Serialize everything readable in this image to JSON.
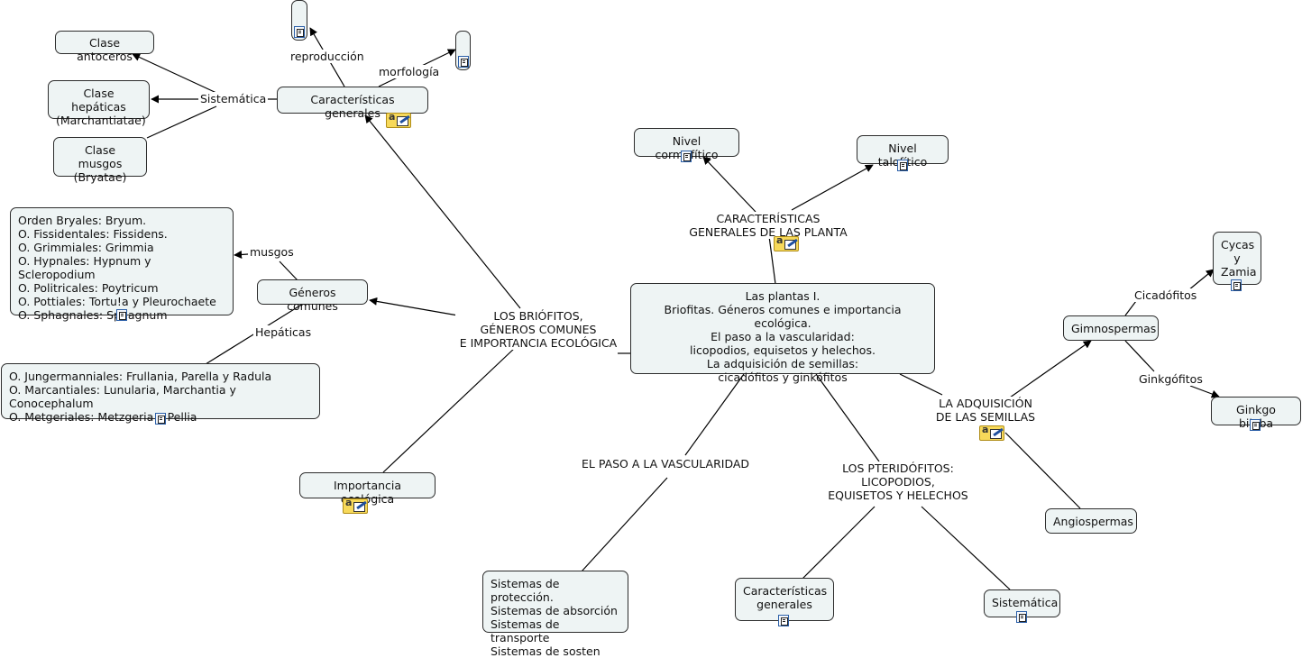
{
  "nodes": {
    "main": "Las plantas I.\nBriofitas. Géneros comunes e importancia ecológica.\nEl paso a la vascularidad:\nlicopodios, equisetos y helechos.\nLa adquisición de semillas:\ncicadófitos y ginkófitos",
    "caracteristicas_generales_top": "Características generales",
    "clase_antoceros": "Clase antoceros",
    "clase_hepaticas": "Clase hepáticas\n(Marchantiatae)",
    "clase_musgos": "Clase musgos\n(Bryatae)",
    "generos_comunes": "Géneros comunes",
    "musgos_list": "Orden Bryales: Bryum.\nO. Fissidentales: Fissidens.\nO. Grimmiales:  Grimmia\nO. Hypnales: Hypnum y Scleropodium\nO. Politricales: Poytricum\nO. Pottiales: Tortu!a y Pleurochaete\nO. Sphagnales:  Sphagnum",
    "hepaticas_list": "O. Jungermanniales: Frullania, Parella y Radula\nO. Marcantiales: Lunularia, Marchantia y Conocephalum\nO. Metgeriales: Metzgeria y Pellia",
    "importancia_ecologica": "Importancia ecológica",
    "nivel_cormofitico": "Nivel cormofítico",
    "nivel_talofitico": "Nivel talofítico",
    "gimnospermas": "Gimnospermas",
    "cycas_zamia": "Cycas\ny\nZamia",
    "ginkgo_biloba": "Ginkgo biloba",
    "angiospermas": "Angiospermas",
    "sistemas": "Sistemas de protección.\nSistemas de absorción\nSistemas de transporte\nSistemas de sosten",
    "caracteristicas_generales_pter": "Características\ngenerales",
    "sistematica_pter": "Sistemática"
  },
  "labels": {
    "reproduccion": "reproducción",
    "morfologia": "morfología",
    "sistematica": "Sistemática",
    "musgos": "musgos",
    "hepaticas": "Hepáticas",
    "briofitos": "LOS BRIÓFITOS,\nGÉNEROS COMUNES\nE IMPORTANCIA ECOLÓGICA",
    "caracteristicas_planta": "CARACTERÍSTICAS\nGENERALES DE LAS PLANTA",
    "vascularidad": "EL PASO A LA VASCULARIDAD",
    "pteridofitos": "LOS PTERIDÓFITOS:\nLICOPODIOS,\nEQUISETOS Y HELECHOS",
    "semillas": "LA ADQUISICIÓN\nDE LAS SEMILLAS",
    "cicadofitos": "Cicadófitos",
    "ginkgofitos": "Ginkgófitos"
  },
  "colors": {
    "node_fill": "#eef4f4",
    "node_border": "#2c2c2c",
    "link": "#000000",
    "note_yellow": "#f7d95a",
    "doc_icon_border": "#2b5fa8"
  },
  "icons": [
    "document-icon",
    "note-icon"
  ]
}
